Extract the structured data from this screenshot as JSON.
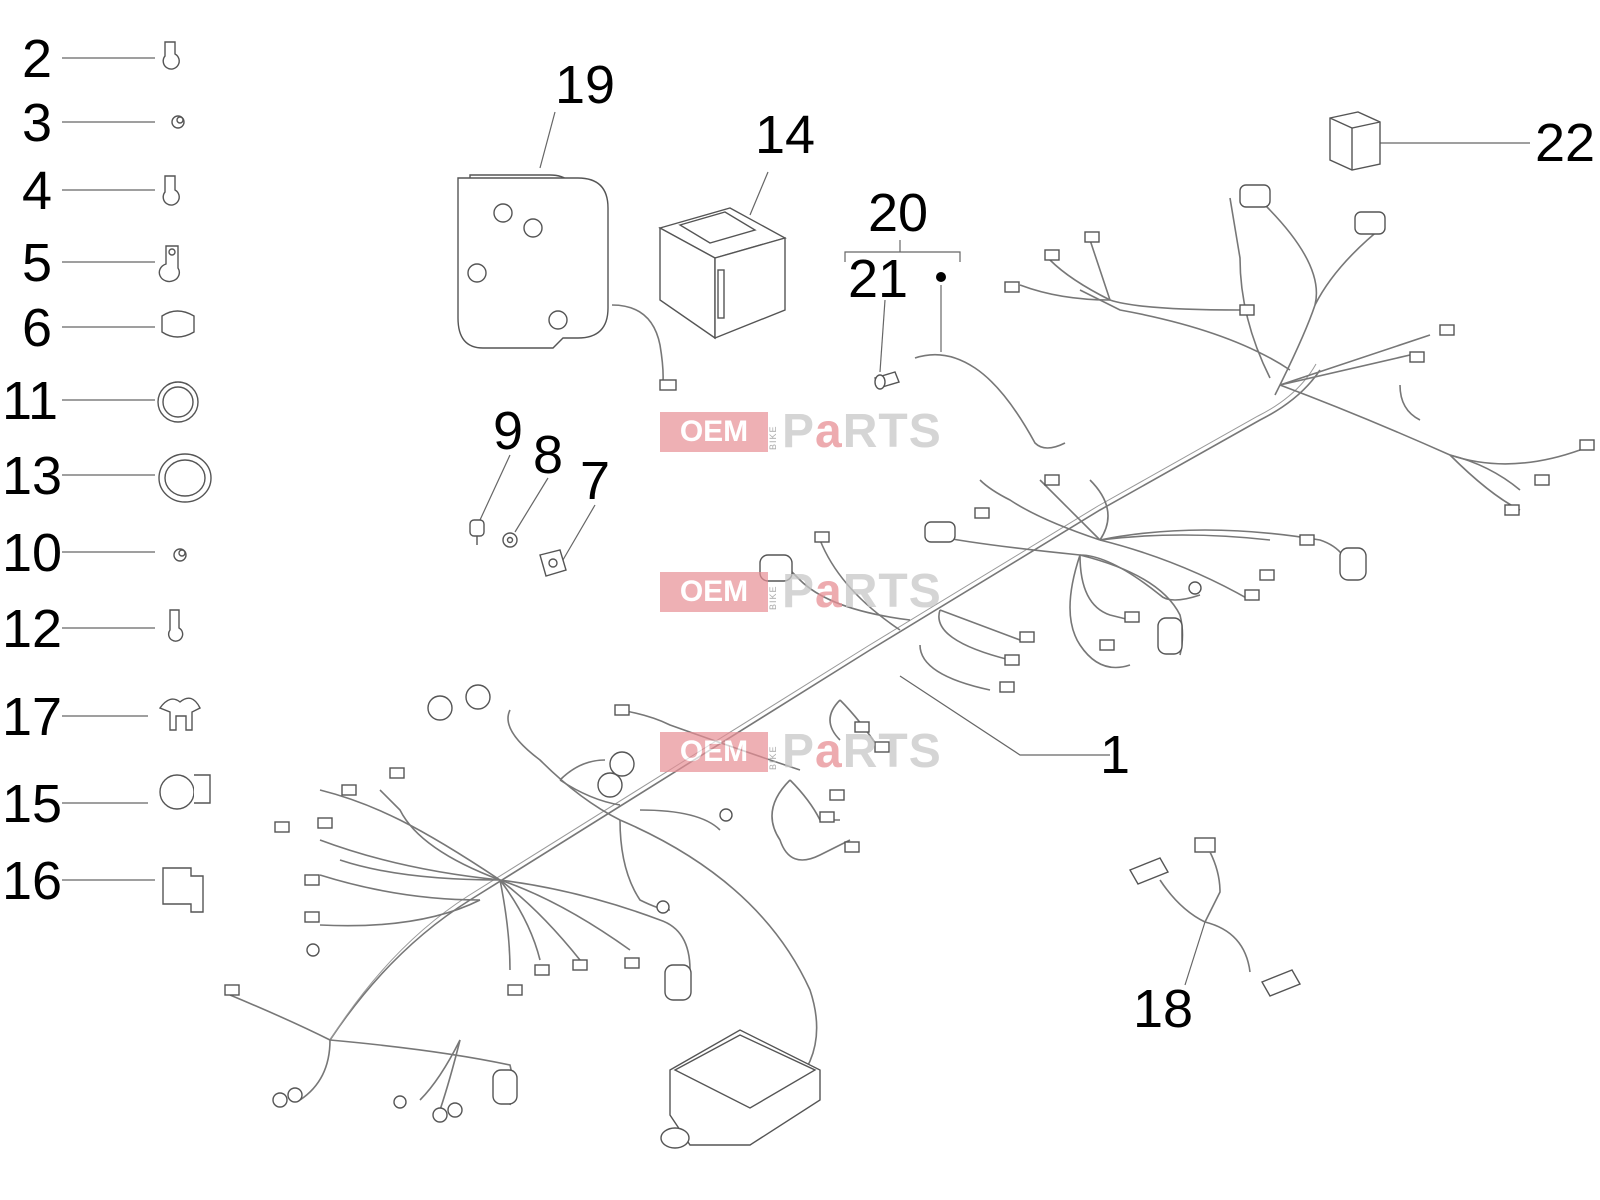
{
  "part_numbers": [
    "1",
    "2",
    "3",
    "4",
    "5",
    "6",
    "7",
    "8",
    "9",
    "10",
    "11",
    "12",
    "13",
    "14",
    "15",
    "16",
    "17",
    "18",
    "19",
    "20",
    "21",
    "22"
  ],
  "watermark": {
    "oem": "OEM",
    "bike": "BIKE",
    "parts_p": "P",
    "parts_a": "a",
    "parts_rest": "RTS"
  },
  "colors": {
    "watermark_pink": "#e88f95",
    "watermark_gray": "#c8c8c8",
    "line": "#666666"
  }
}
